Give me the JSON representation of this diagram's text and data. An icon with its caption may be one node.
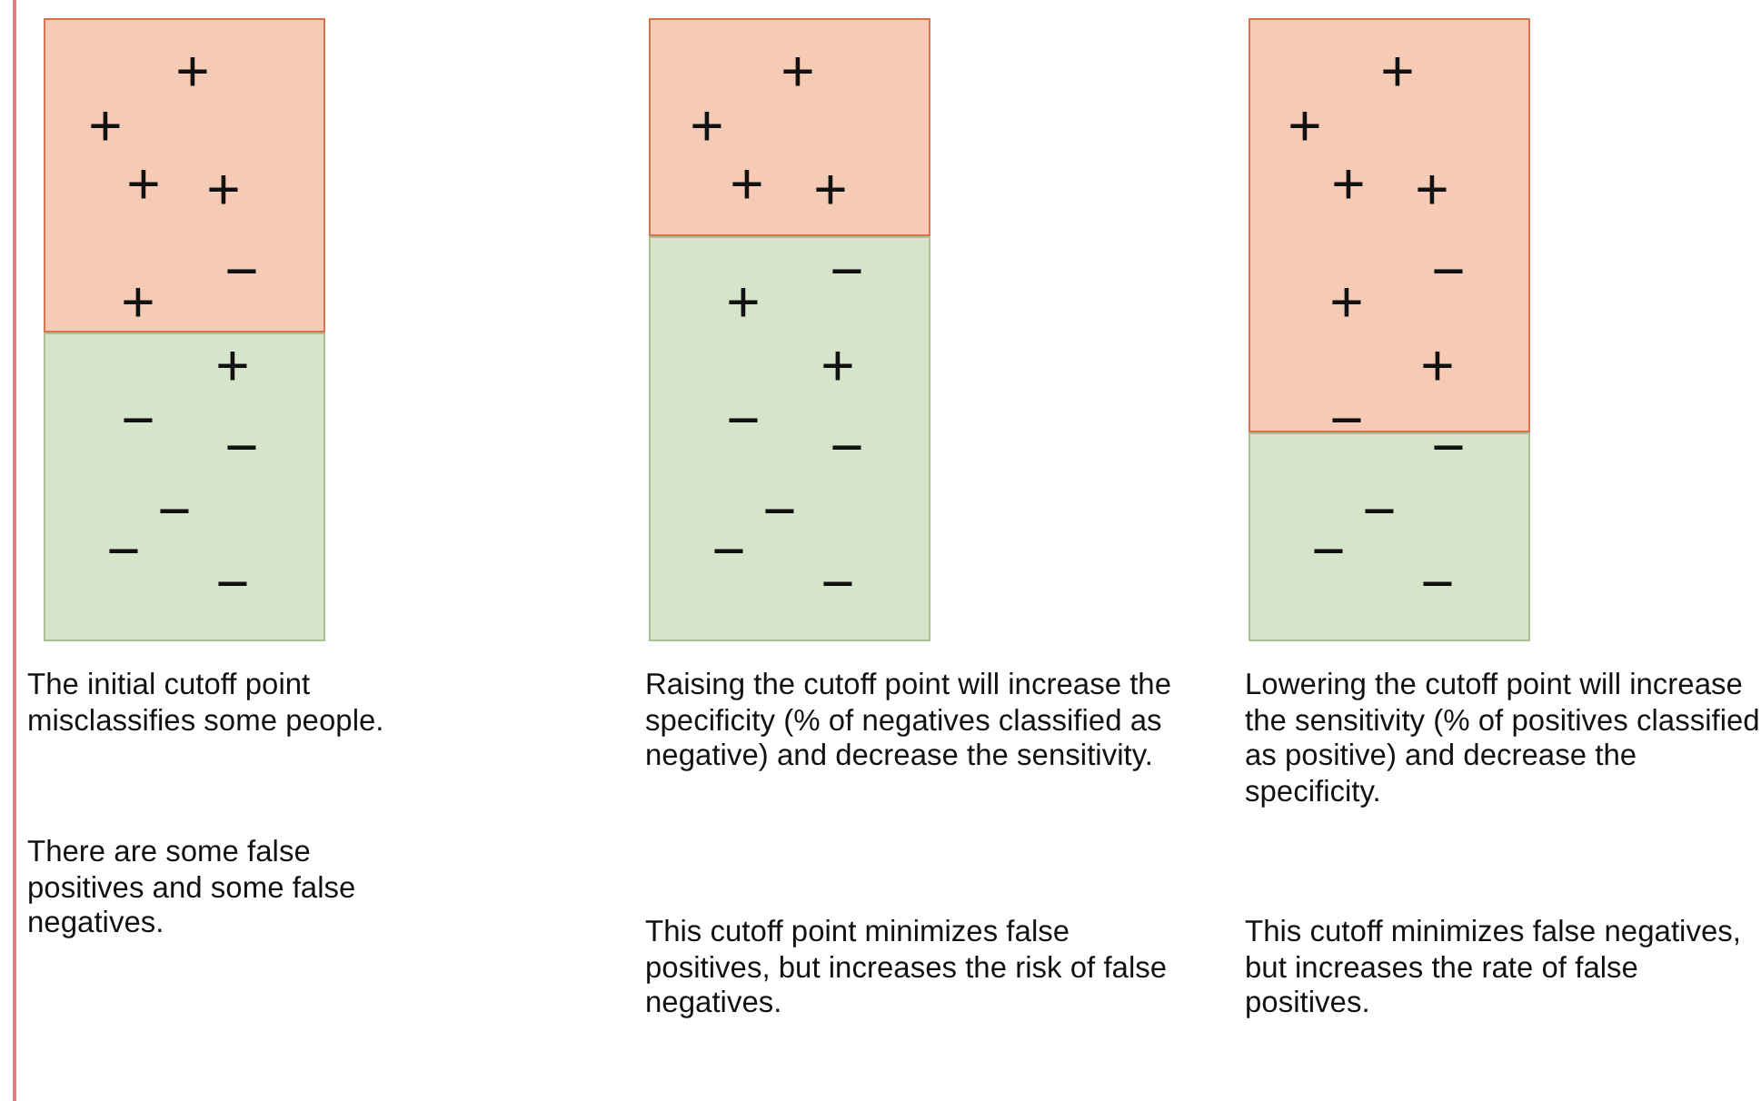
{
  "diagram": {
    "nodes": [
      {
        "text": [
          "+",
          "+",
          "+",
          "+",
          "−",
          "+"
        ]
      },
      {
        "text": [
          "+",
          "−",
          "−",
          "−",
          "−",
          "−"
        ]
      },
      {
        "text": [
          "+",
          "+",
          "+",
          "+"
        ]
      },
      {
        "text": [
          "−",
          "+",
          "+",
          "−",
          "−",
          "−",
          "−",
          "−"
        ]
      },
      {
        "text": [
          "+",
          "+",
          "+",
          "+",
          "−",
          "+",
          "+",
          "−"
        ]
      },
      {
        "text": [
          "−",
          "−",
          "−",
          "−"
        ]
      }
    ],
    "labels": [
      "The initial cutoff point misclassifies some people.",
      "There are some false positives and some false negatives.",
      "Raising the cutoff point will increase the specificity (% of negatives classified as negative) and decrease the sensitivity.",
      "This cutoff point minimizes false positives, but increases the risk of false negatives.",
      "Lowering the cutoff point will increase the sensitivity (% of positives classified as positive) and decrease the specificity.",
      "This cutoff minimizes false negatives, but increases the rate of false positives."
    ]
  }
}
